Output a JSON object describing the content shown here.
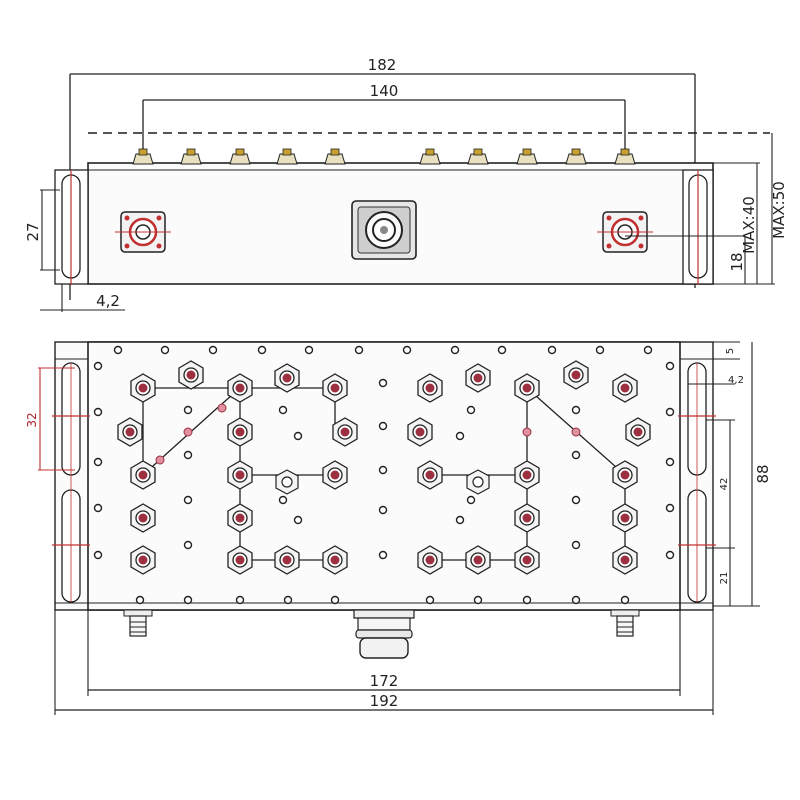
{
  "dimensions": {
    "overall_width_top": "182",
    "port_spacing": "140",
    "side_slot_height": "27",
    "slot_width": "4,2",
    "max_height_40": "MAX:40",
    "max_height_50": "MAX:50",
    "port_height": "18",
    "slot_length": "32",
    "edge_small": "5",
    "slot_width_small": "4,2",
    "height_42": "42",
    "height_88": "88",
    "height_21": "21",
    "body_width": "172",
    "overall_width_bottom": "192"
  },
  "colors": {
    "line": "#222222",
    "body_fill": "#fafafa",
    "tuning_screw_red": "#9c3040",
    "connector_red": "#c03030",
    "accent_gold": "#c8a030"
  }
}
